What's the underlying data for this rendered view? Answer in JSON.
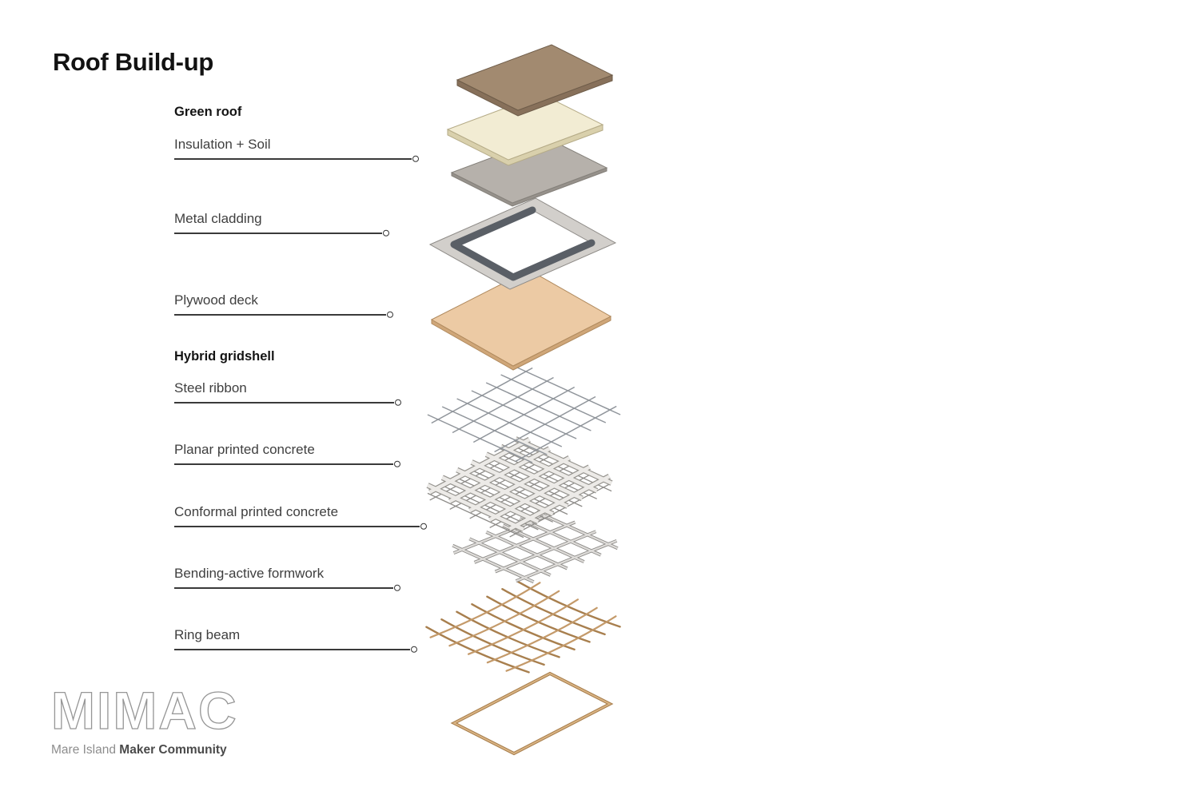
{
  "title": "Roof Build-up",
  "sections": {
    "green_roof": {
      "heading": "Green roof"
    },
    "hybrid_gridshell": {
      "heading": "Hybrid gridshell"
    }
  },
  "labels": {
    "insulation_soil": "Insulation + Soil",
    "metal_cladding": "Metal cladding",
    "plywood_deck": "Plywood deck",
    "steel_ribbon": "Steel ribbon",
    "planar_printed_concrete": "Planar printed concrete",
    "conformal_printed_concrete": "Conformal printed concrete",
    "bending_active_formwork": "Bending-active formwork",
    "ring_beam": "Ring beam"
  },
  "logo": {
    "acronym": "MIMAC",
    "tagline_regular": "Mare Island",
    "tagline_bold": "Maker Community"
  },
  "colors": {
    "soil": "#a28a70",
    "insulation": "#f2ecd3",
    "metal_sheet": "#b6b1ab",
    "metal_channel": "#5a5f66",
    "plywood": "#eccaa4",
    "steel": "#90959b",
    "concrete": "#eceae7",
    "timber": "#b9905f",
    "text": "#3f3f3f"
  }
}
